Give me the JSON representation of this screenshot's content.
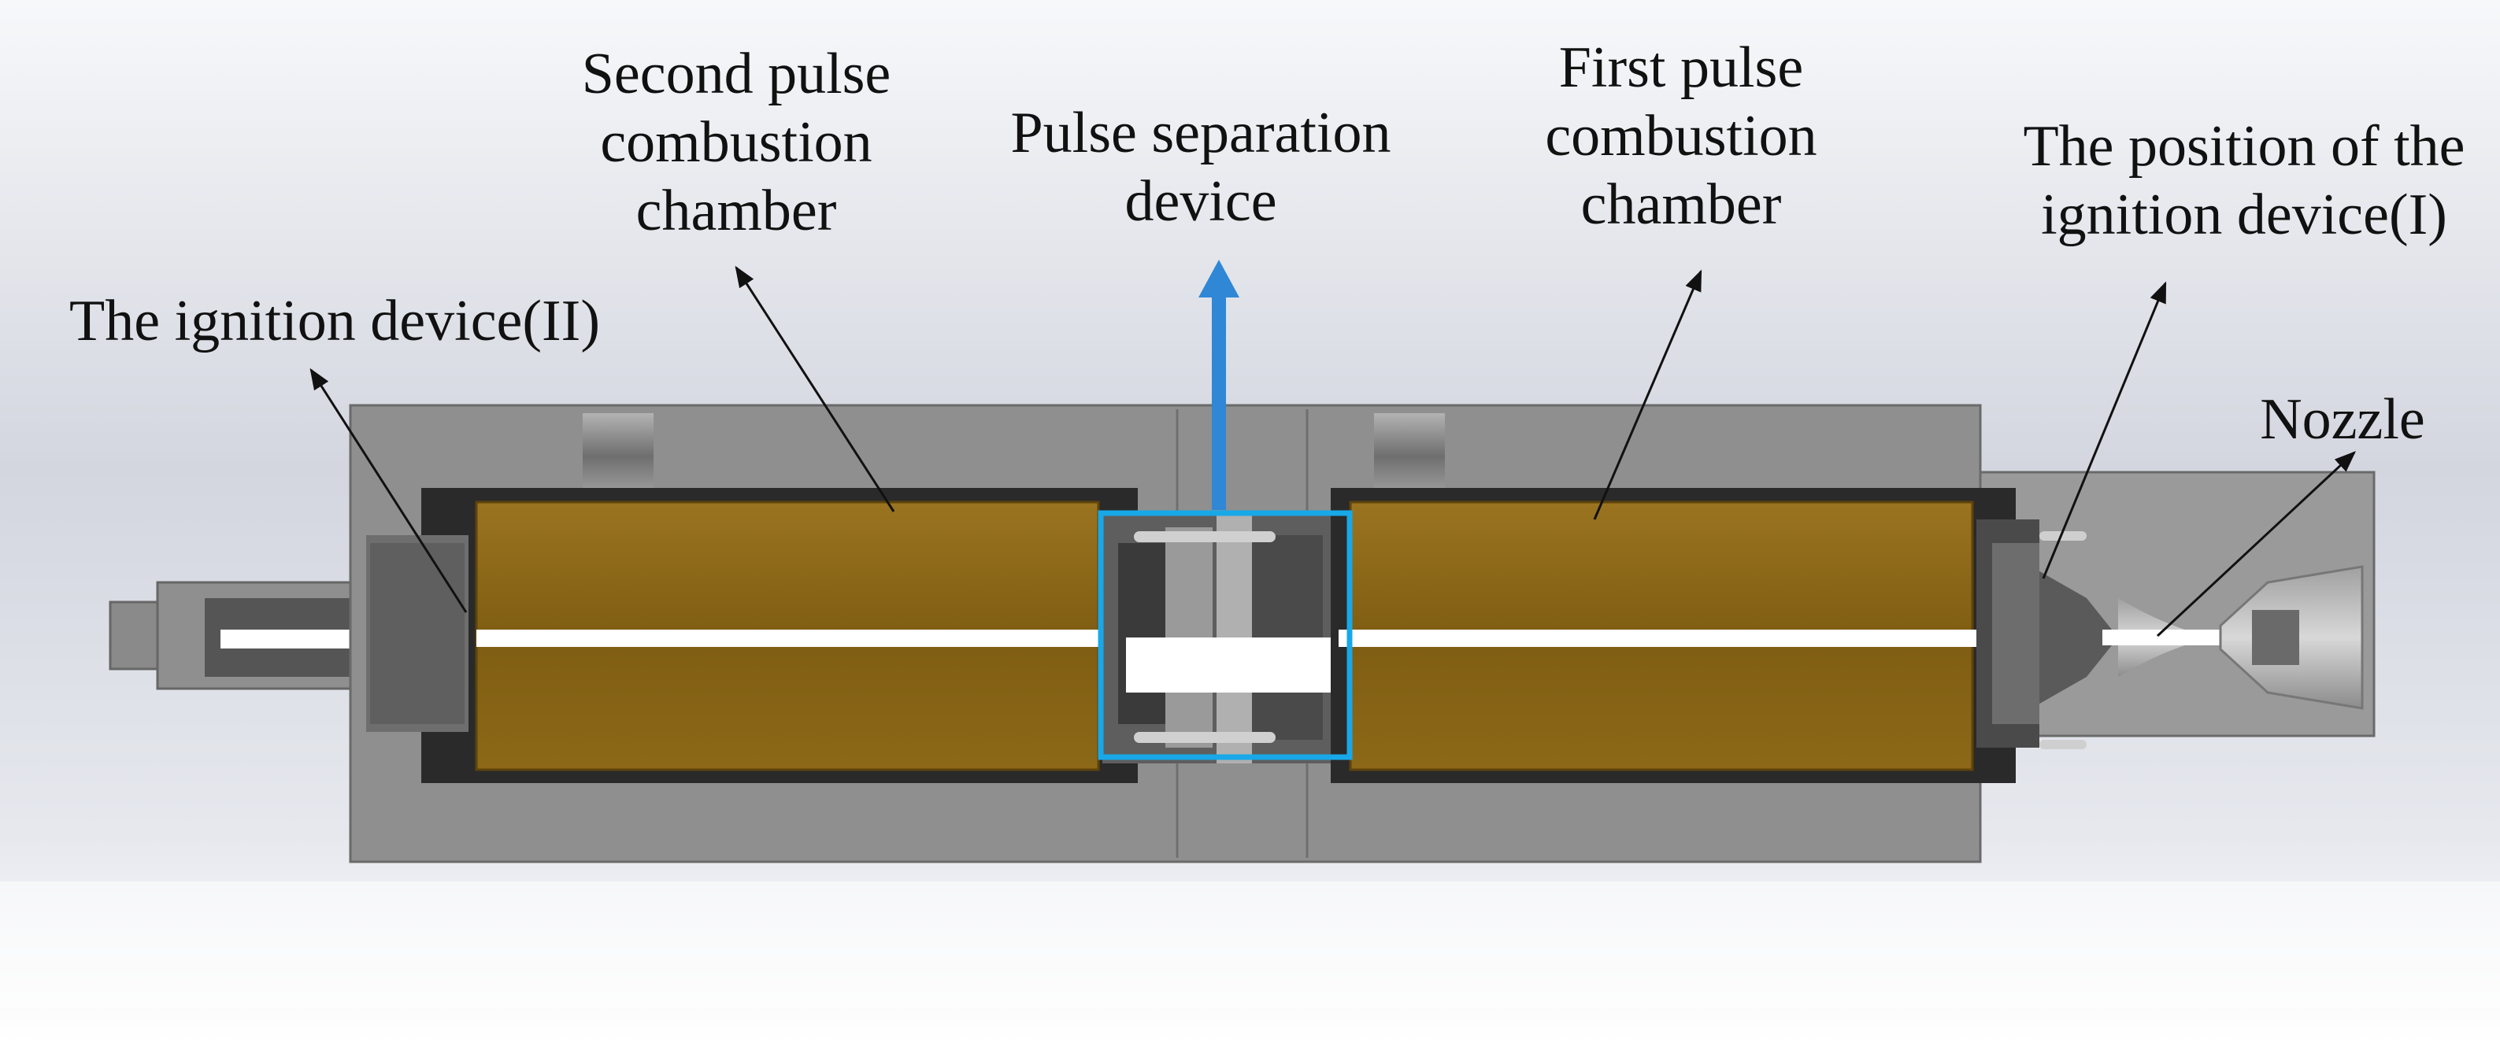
{
  "labels": {
    "second_pulse_line1": "Second pulse",
    "second_pulse_line2": "combustion",
    "second_pulse_line3": "chamber",
    "pulse_separation_line1": "Pulse separation",
    "pulse_separation_line2": "device",
    "first_pulse_line1": "First pulse",
    "first_pulse_line2": "combustion",
    "first_pulse_line3": "chamber",
    "ignition_position_line1": "The position of the",
    "ignition_position_line2": "ignition device(I)",
    "ignition_device_2": "The ignition device(II)",
    "nozzle": "Nozzle"
  },
  "colors": {
    "casing": "#8f8f8f",
    "casing_dark": "#555555",
    "grain": "#8a6414",
    "grain_light": "#9b7420",
    "bore": "#ffffff",
    "highlight_box": "#18a8e8",
    "arrow_blue": "#2f87d6",
    "background_top": "#f2f3f6",
    "background_bottom": "#c9ccd6"
  }
}
